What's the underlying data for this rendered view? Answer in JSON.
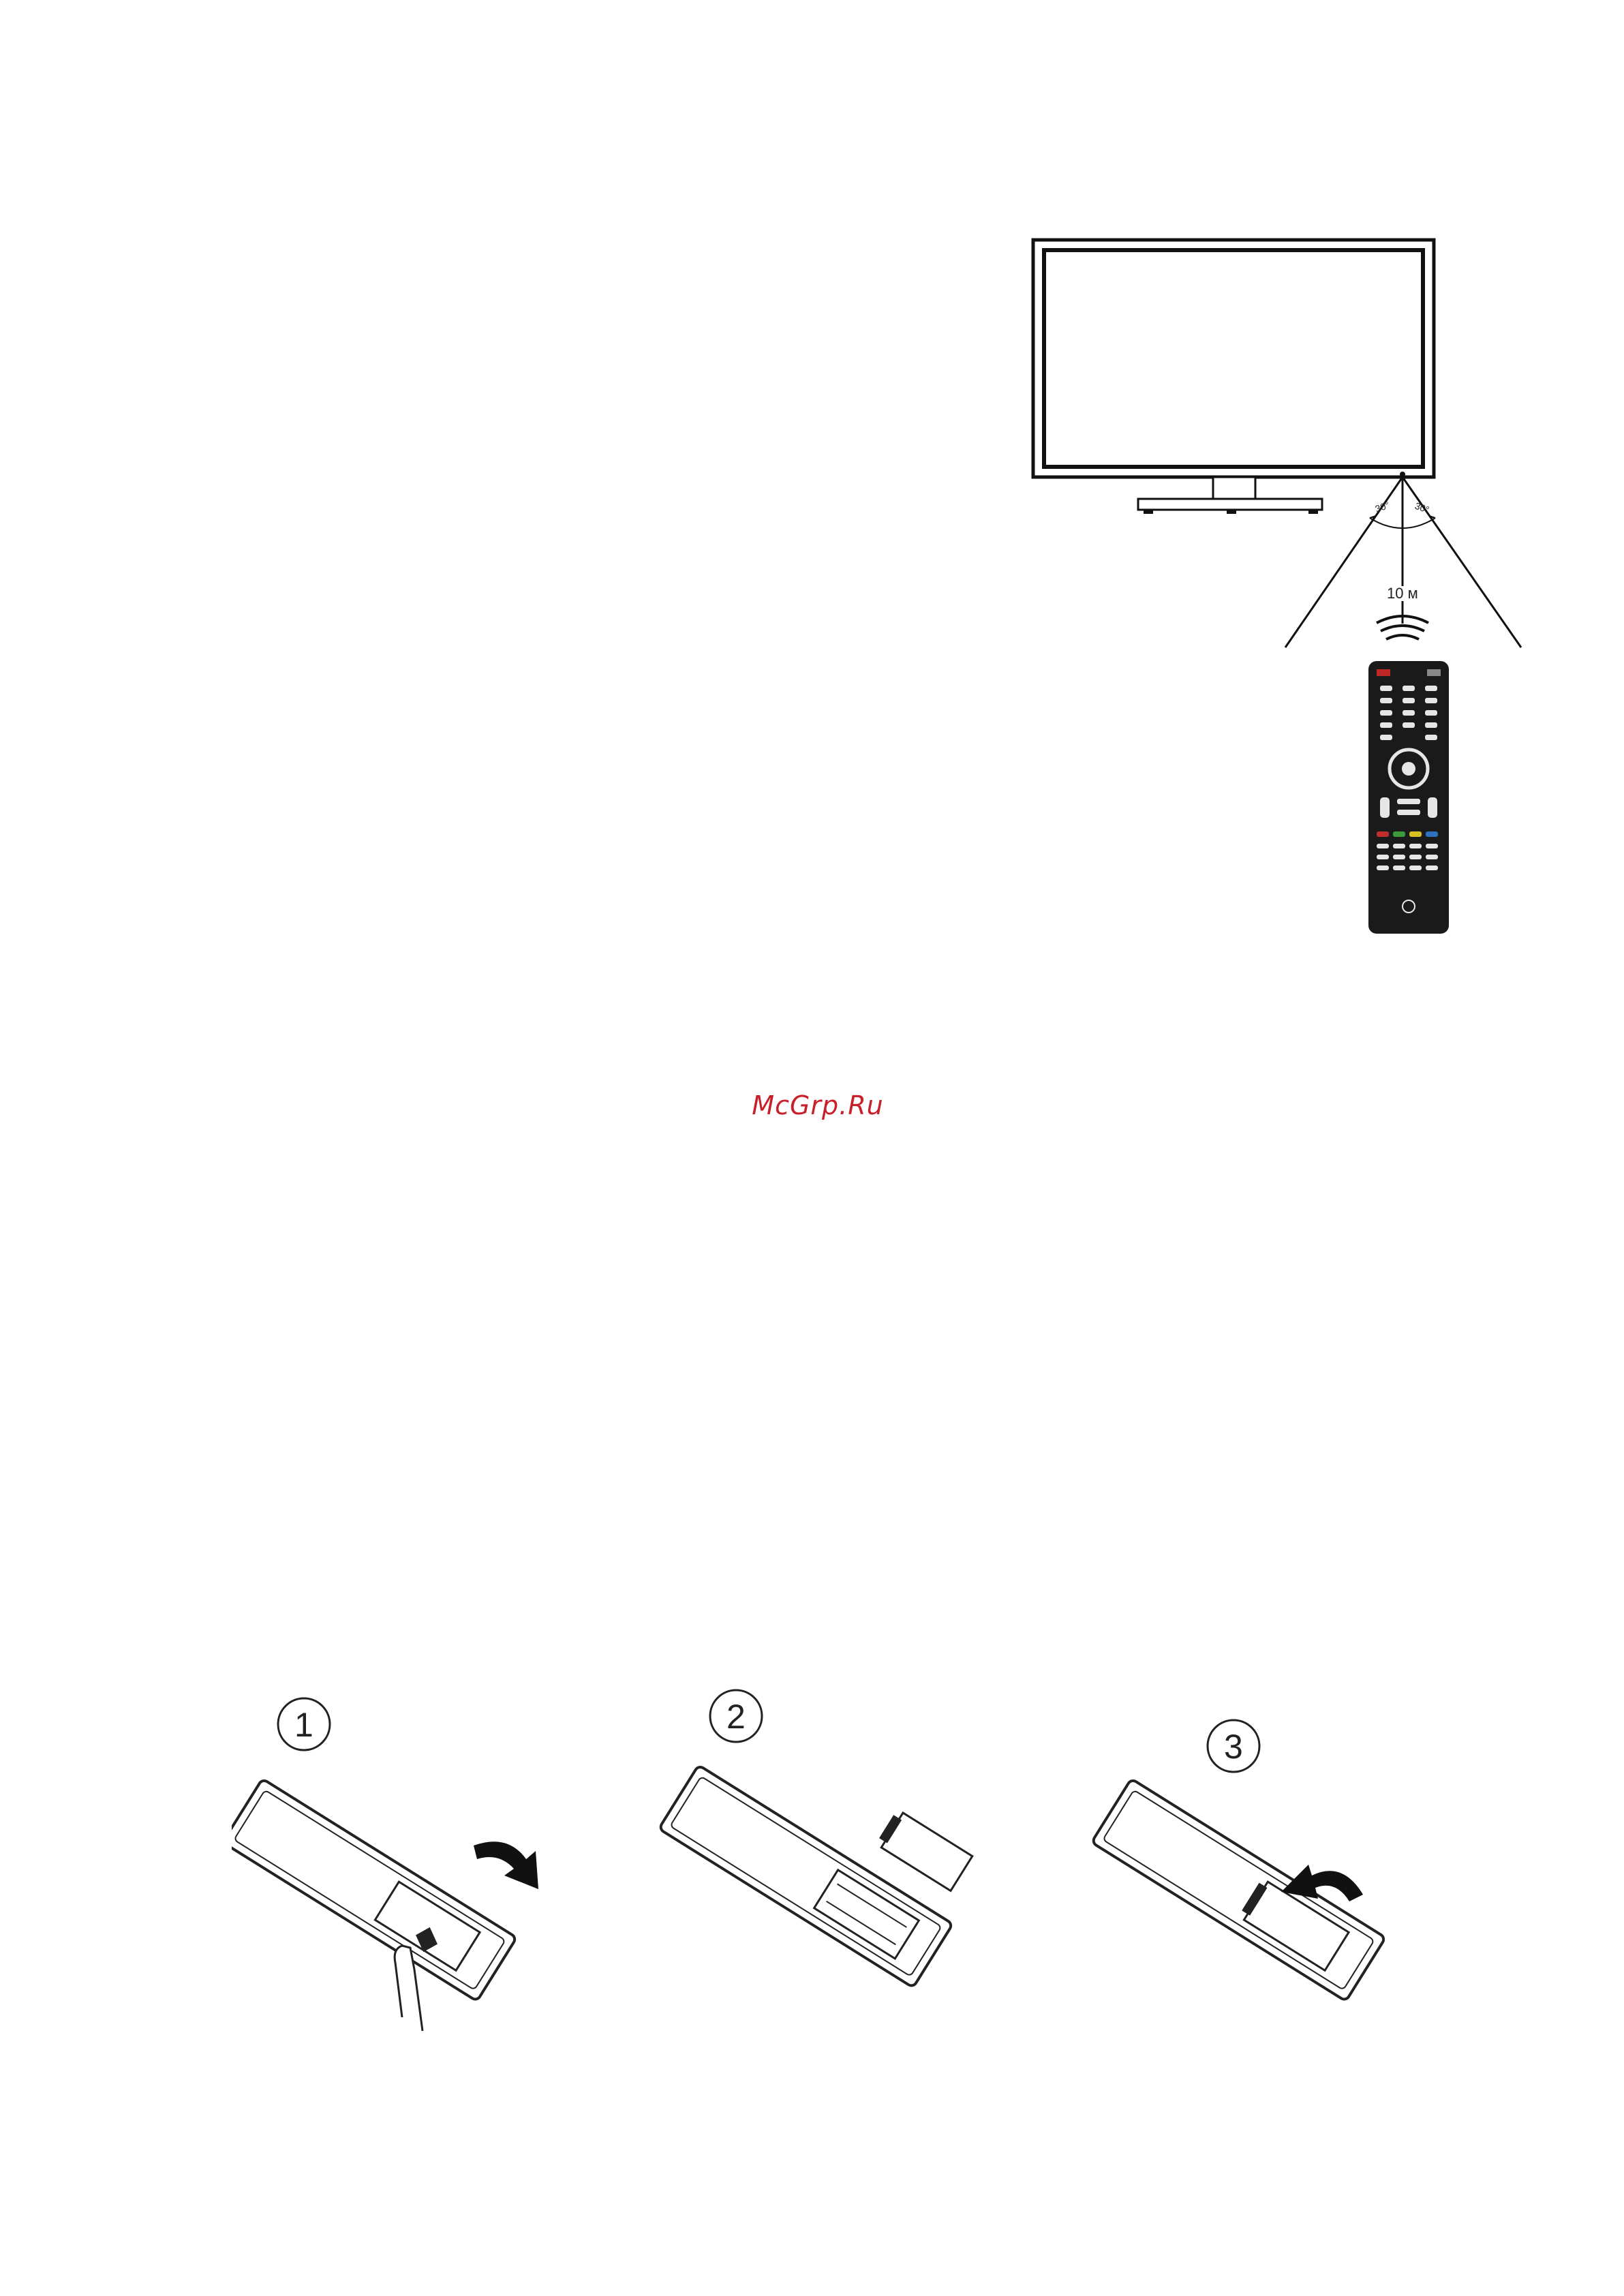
{
  "watermark": {
    "text": "McGrp.Ru",
    "color": "#c8202a"
  },
  "remote_range_figure": {
    "angle_left": "30°",
    "angle_right": "30°",
    "distance": "10 м"
  },
  "battery_steps": {
    "step1": "1",
    "step2": "2",
    "step3": "3"
  }
}
